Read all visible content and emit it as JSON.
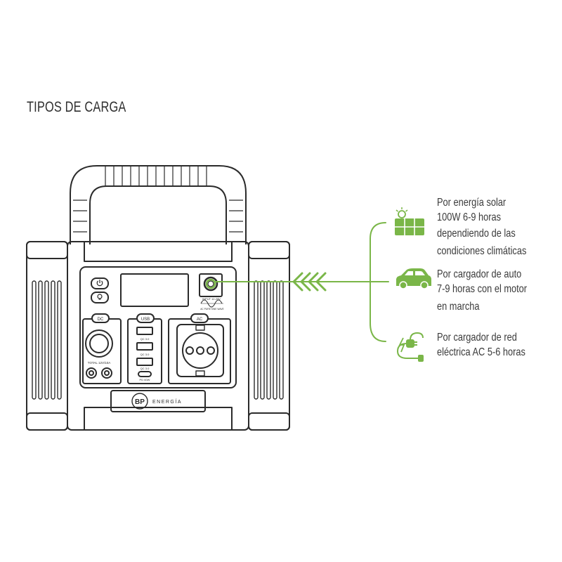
{
  "page": {
    "title": "TIPOS DE CARGA"
  },
  "colors": {
    "accent": "#7ab648",
    "outline": "#2b2b2b",
    "text": "#3a3a3a",
    "panel": "#ffffff"
  },
  "device": {
    "panel_labels": {
      "dc": "DC",
      "usb": "USB",
      "ac": "AC",
      "total_output": "TOTAL 12V/10A",
      "input": "INPUT 12-28V",
      "wave": "AC PURE SINE WAVE",
      "qc1": "QC 3.0",
      "qc2": "QC 3.0",
      "qc3": "QC 3.0",
      "pd": "PD 60W"
    },
    "brand": {
      "logo": "BP",
      "name": "ENERGÍA"
    },
    "icons": [
      "power-icon",
      "light-bulb-icon"
    ]
  },
  "charging_options": [
    {
      "icon": "solar-panel-icon",
      "lines": [
        "Por energía solar",
        "100W 6-9 horas",
        "dependiendo de las",
        "condiciones climáticas"
      ]
    },
    {
      "icon": "car-icon",
      "lines": [
        "Por cargador de auto",
        "7-9 horas con el motor",
        "en marcha"
      ]
    },
    {
      "icon": "plug-cable-icon",
      "lines": [
        "Por cargador de red",
        "eléctrica AC 5-6 horas"
      ]
    }
  ]
}
